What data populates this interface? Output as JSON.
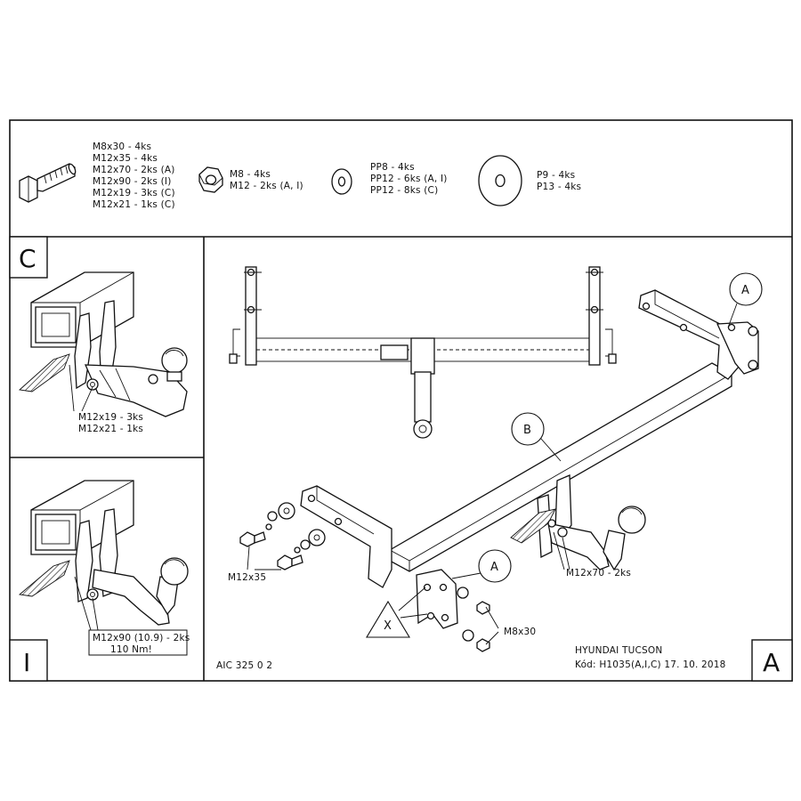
{
  "hardware": {
    "bolt_list": [
      "M8x30 - 4ks",
      "M12x35 - 4ks",
      "M12x70 - 2ks (A)",
      "M12x90 - 2ks (I)",
      "M12x19 - 3ks (C)",
      "M12x21 - 1ks (C)"
    ],
    "nut_list": [
      "M8 - 4ks",
      "M12 - 2ks (A, I)"
    ],
    "washer_list": [
      "PP8 - 4ks",
      "PP12 - 6ks (A, I)",
      "PP12 - 8ks (C)"
    ],
    "plate_list": [
      "P9 - 4ks",
      "P13 - 4ks"
    ]
  },
  "panel_c": {
    "letter": "C",
    "labels": [
      "M12x19 - 3ks",
      "M12x21 - 1ks"
    ]
  },
  "panel_i": {
    "letter": "I",
    "labels": [
      "M12x90 (10.9) - 2ks",
      "110 Nm!"
    ]
  },
  "main": {
    "letter": "A",
    "callout_a_top": "A",
    "callout_b": "B",
    "callout_a_bottom": "A",
    "callout_x": "X",
    "label_m12x35": "M12x35",
    "label_m8x30": "M8x30",
    "label_m12x70": "M12x70 - 2ks",
    "drawing_code": "AIC 325 0 2",
    "vehicle": "HYUNDAI TUCSON",
    "code_line": "Kód: H1035(A,I,C)  17. 10. 2018"
  }
}
